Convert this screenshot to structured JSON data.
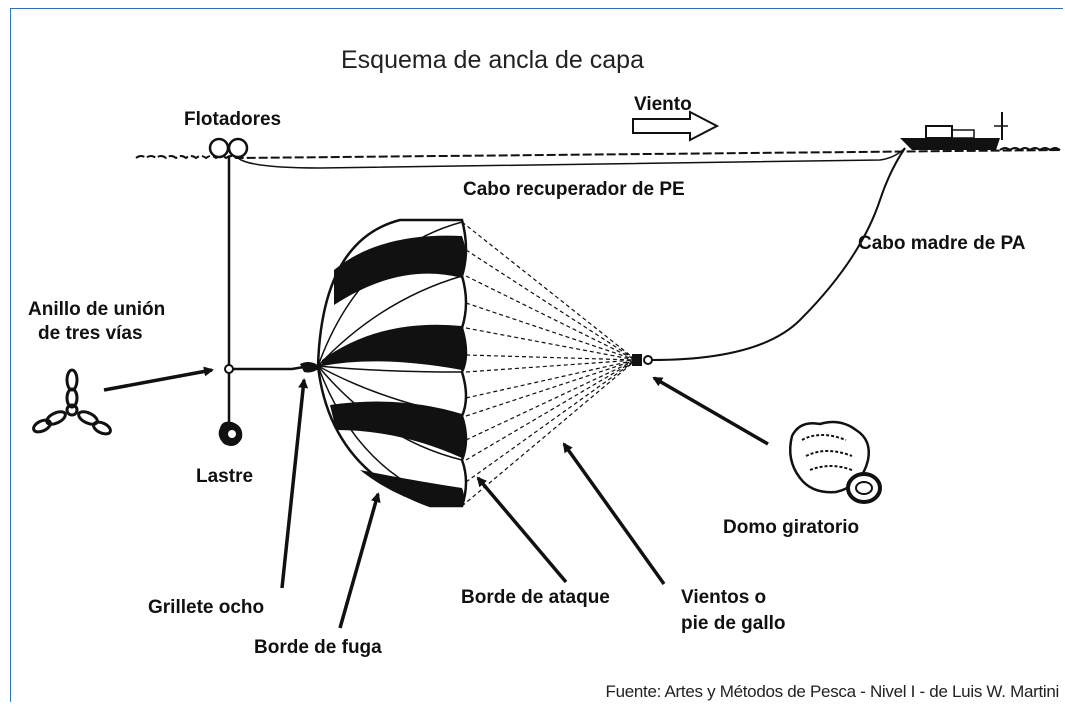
{
  "title": "Esquema de ancla de capa",
  "labels": {
    "viento": "Viento",
    "flotadores": "Flotadores",
    "cabo_recuperador": "Cabo recuperador de PE",
    "cabo_madre": "Cabo madre de PA",
    "anillo_line1": "Anillo de unión",
    "anillo_line2": "de tres vías",
    "lastre": "Lastre",
    "domo": "Domo giratorio",
    "grillete": "Grillete ocho",
    "borde_fuga": "Borde de fuga",
    "borde_ataque": "Borde de ataque",
    "vientos_line1": "Vientos o",
    "vientos_line2": "pie de gallo"
  },
  "source": "Fuente: Artes y Métodos de Pesca - Nivel I - de Luis W. Martini",
  "colors": {
    "frame": "#2e74b5",
    "ink": "#111111",
    "background": "#ffffff"
  }
}
